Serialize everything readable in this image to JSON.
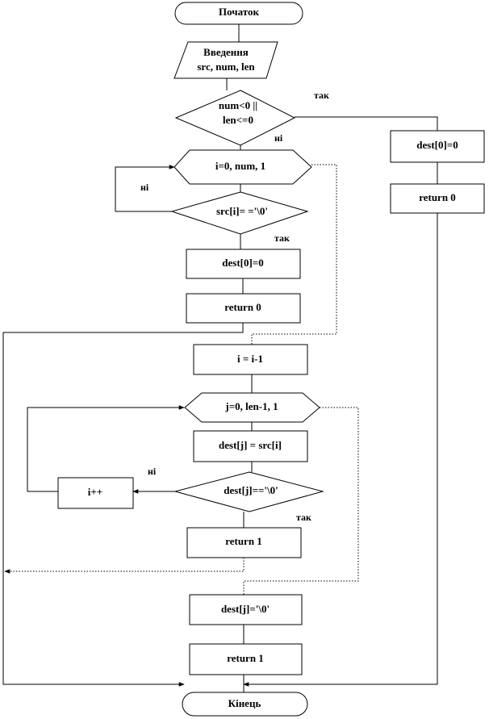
{
  "nodes": {
    "start": "Початок",
    "input_line1": "Введення",
    "input_line2": "src, num, len",
    "cond_num_len_line1": "num<0 ||",
    "cond_num_len_line2": "len<=0",
    "dest0_right": "dest[0]=0",
    "return0_right": "return 0",
    "loop_i": "i=0, num, 1",
    "cond_src_zero": "src[i]= ='\\0'",
    "dest0_left": "dest[0]=0",
    "return0_left": "return 0",
    "i_minus": "i = i-1",
    "loop_j": "j=0, len-1, 1",
    "dest_j_assign": "dest[j] = src[i]",
    "i_inc": "i++",
    "cond_dest_zero": "dest[j]=='\\0'",
    "return1_inner": "return 1",
    "dest_j_null": "dest[j]='\\0'",
    "return1_final": "return 1",
    "end": "Кінець"
  },
  "edges": {
    "yes_1": "так",
    "no_1": "ні",
    "no_2": "ні",
    "yes_2": "так",
    "no_3": "ні",
    "yes_3": "так"
  }
}
